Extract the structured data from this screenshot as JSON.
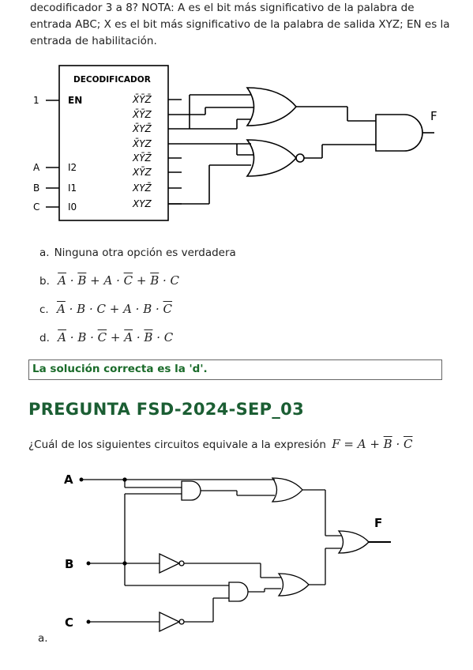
{
  "intro_text": "decodificador 3 a 8? NOTA: A es el bit más significativo de la palabra de entrada ABC; X es el bit más significativo de la palabra de salida XYZ; EN es la entrada de habilitación.",
  "decoder": {
    "title": "DECODIFICADOR",
    "en_label": "EN",
    "en_value": "1",
    "inputs": [
      {
        "pin": "I2",
        "signal": "A"
      },
      {
        "pin": "I1",
        "signal": "B"
      },
      {
        "pin": "I0",
        "signal": "C"
      }
    ],
    "output_label": "F"
  },
  "options": [
    {
      "label": "a.",
      "text": "Ninguna otra opción es verdadera"
    },
    {
      "label": "b."
    },
    {
      "label": "c."
    },
    {
      "label": "d."
    }
  ],
  "solution": "La solución correcta es la 'd'.",
  "heading": "PREGUNTA FSD-2024-SEP_03",
  "question_text": "¿Cuál de los siguientes circuitos equivale a la expresión",
  "circuit2": {
    "A": "A",
    "B": "B",
    "C": "C",
    "F": "F"
  },
  "answer_a_label": "a."
}
